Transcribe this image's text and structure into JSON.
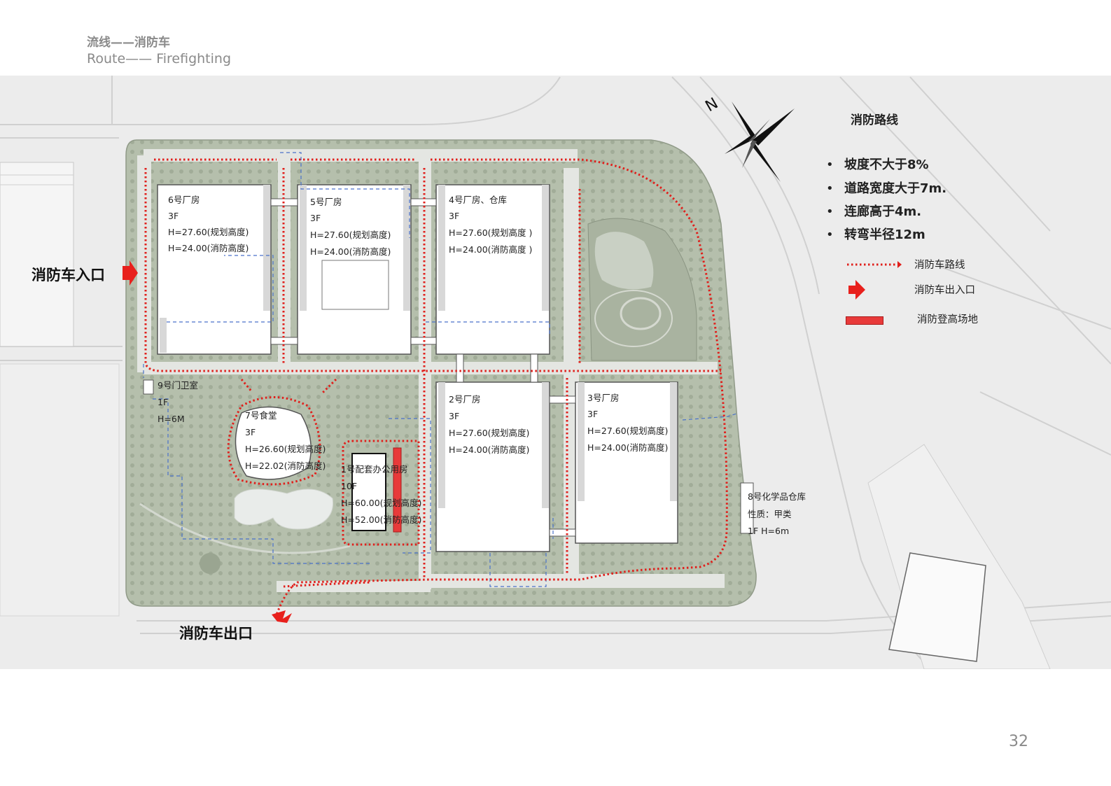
{
  "header": {
    "title_cn": "流线——消防车",
    "title_en": "Route—— Firefighting"
  },
  "page_number": "32",
  "entrance": {
    "label": "消防车入口"
  },
  "exit": {
    "label": "消防车出口"
  },
  "legend": {
    "title": "消防路线",
    "requirements": [
      "坡度不大于8%",
      "道路宽度大于7m.",
      "连廊高于4m.",
      "转弯半径12m"
    ],
    "items": [
      {
        "label": "消防车路线",
        "symbol": "dotted-line"
      },
      {
        "label": "消防车出入口",
        "symbol": "red-arrow"
      },
      {
        "label": "消防登高场地",
        "symbol": "red-bar"
      }
    ]
  },
  "compass": {
    "label": "N"
  },
  "buildings": {
    "b6": [
      "6号厂房",
      "3F",
      "H=27.60(规划高度)",
      "H=24.00(消防高度)"
    ],
    "b5": [
      "5号厂房",
      "3F",
      "H=27.60(规划高度)",
      "H=24.00(消防高度)"
    ],
    "b4": [
      "4号厂房、仓库",
      "3F",
      "H=27.60(规划高度 )",
      "H=24.00(消防高度 )"
    ],
    "b2": [
      "2号厂房",
      "3F",
      "H=27.60(规划高度)",
      "H=24.00(消防高度)"
    ],
    "b3": [
      "3号厂房",
      "3F",
      "H=27.60(规划高度)",
      "H=24.00(消防高度)"
    ],
    "b7": [
      "7号食堂",
      "3F",
      "H=26.60(规划高度)",
      "H=22.02(消防高度)"
    ],
    "b1": [
      "1号配套办公用房",
      "10F",
      "H=60.00(规划高度)",
      "H=52.00(消防高度)"
    ],
    "b9": [
      "9号门卫室",
      "1F",
      "H=6M"
    ],
    "b8": [
      "8号化学品仓库",
      "性质：甲类",
      "1F H=6m"
    ]
  },
  "colors": {
    "route": "#e0201c",
    "green": "#aab5a0",
    "road": "#e8e8e8",
    "building": "#ffffff",
    "aux": "#4a72c9"
  }
}
